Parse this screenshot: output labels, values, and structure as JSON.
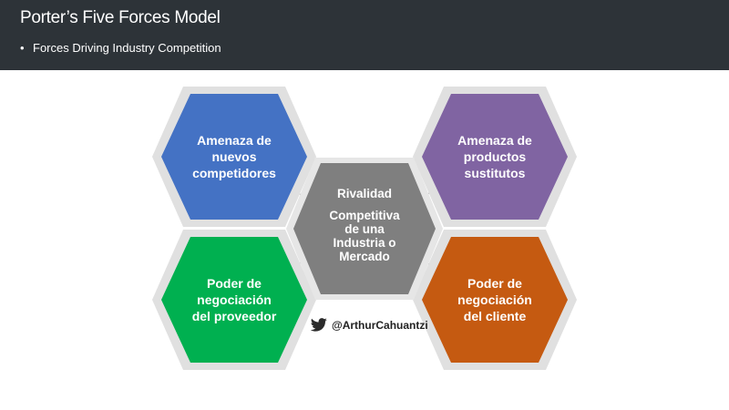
{
  "header": {
    "title": "Porter’s Five Forces Model",
    "bullet": "Forces Driving Industry Competition"
  },
  "colors": {
    "header_bg": "#2d3338",
    "blue": "#4472c4",
    "purple": "#8064a2",
    "green": "#00b050",
    "orange": "#c55a11",
    "gray": "#7f7f7f",
    "halo": "#e0e0e0"
  },
  "forces": {
    "new_entrants": [
      "Amenaza de",
      "nuevos",
      "competidores"
    ],
    "substitutes": [
      "Amenaza de",
      "productos",
      "sustitutos"
    ],
    "suppliers": [
      "Poder de",
      "negociación",
      "del proveedor"
    ],
    "buyers": [
      "Poder de",
      "negociación",
      "del cliente"
    ],
    "rivalry_title": "Rivalidad",
    "rivalry_body": [
      "Competitiva",
      "de una",
      "Industria o",
      "Mercado"
    ]
  },
  "credit": {
    "icon": "twitter-bird-icon",
    "handle": "@ArthurCahuantzi"
  }
}
